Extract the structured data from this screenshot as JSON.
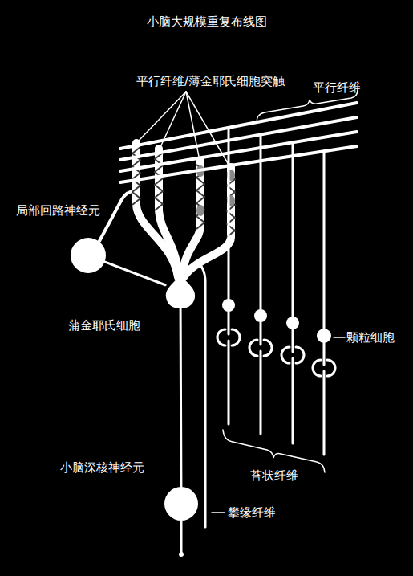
{
  "diagram": {
    "title": "小脑大规模重复布线图",
    "nodes": [
      {
        "text": [
          "局部回路神经元"
        ]
      },
      {
        "text": [
          "蒲金耶氏细胞"
        ]
      },
      {
        "text": [
          "颗粒细胞"
        ]
      },
      {
        "text": [
          "小脑深核神经元"
        ]
      }
    ],
    "edges": [
      {
        "from": 0,
        "to": 1,
        "arrow": "none"
      },
      {
        "from": 1,
        "to": 3,
        "arrow": "none"
      }
    ],
    "labels": [
      "平行纤维/薄金耶氏细胞突触",
      "平行纤维",
      "苔状纤维",
      "攀缘纤维"
    ]
  }
}
